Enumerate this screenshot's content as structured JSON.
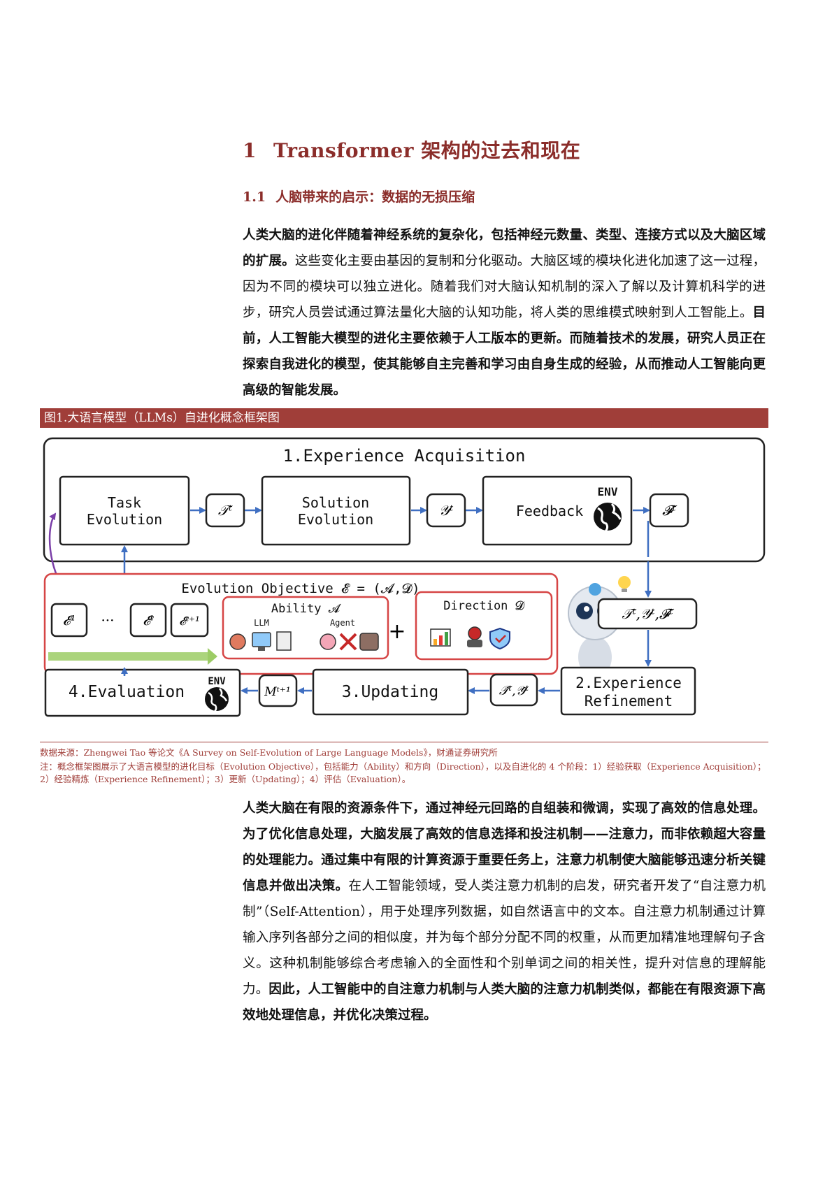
{
  "section": {
    "number": "1",
    "title": "Transformer 架构的过去和现在"
  },
  "subsection": {
    "number": "1.1",
    "title": "人脑带来的启示：数据的无损压缩"
  },
  "para1": {
    "b1": "人类大脑的进化伴随着神经系统的复杂化，包括神经元数量、类型、连接方式以及大脑区域的扩展。",
    "t1": "这些变化主要由基因的复制和分化驱动。大脑区域的模块化进化加速了这一过程，因为不同的模块可以独立进化。随着我们对大脑认知机制的深入了解以及计算机科学的进步，研究人员尝试通过算法量化大脑的认知功能，将人类的思维模式映射到人工智能上。",
    "b2": "目前，人工智能大模型的进化主要依赖于人工版本的更新。而随着技术的发展，研究人员正在探索自我进化的模型，使其能够自主完善和学习由自身生成的经验，从而推动人工智能向更高级的智能发展。"
  },
  "figure": {
    "title": "图1.大语言模型（LLMs）自进化概念框架图",
    "stage1_title": "1.Experience Acquisition",
    "task_evolution_l1": "Task",
    "task_evolution_l2": "Evolution",
    "solution_evolution_l1": "Solution",
    "solution_evolution_l2": "Evolution",
    "feedback": "Feedback",
    "env": "ENV",
    "t_sym": "𝒯ᵗ",
    "y_sym": "𝒴ᵗ",
    "f_sym": "𝓕ᵗ",
    "tyf_sym": "𝒯ᵗ,𝒴ᵗ,𝓕ᵗ",
    "objective": "Evolution Objective 𝓔 = (𝓐,𝓓)",
    "e1": "𝓔¹",
    "dots": "···",
    "et": "𝓔ᵗ",
    "et1": "𝓔ᵗ⁺¹",
    "ability": "Ability 𝓐",
    "llm": "LLM",
    "agent": "Agent",
    "plus": "+",
    "direction": "Direction 𝓓",
    "stage2_l1": "2.Experience",
    "stage2_l2": "Refinement",
    "stage3": "3.Updating",
    "stage4": "4.Evaluation",
    "m_sym": "Mᵗ⁺¹",
    "ty_tilde": "𝒯̃ᵗ,𝒴̃ᵗ"
  },
  "source": "数据来源：Zhengwei Tao 等论文《A Survey on Self-Evolution of Large Language Models》，财通证券研究所",
  "note": "注：概念框架图展示了大语言模型的进化目标（Evolution Objective），包括能力（Ability）和方向（Direction），以及自进化的 4 个阶段：1）经验获取（Experience Acquisition）；2）经验精炼（Experience Refinement）；3）更新（Updating）；4）评估（Evaluation）。",
  "para2": {
    "b1": "人类大脑在有限的资源条件下，通过神经元回路的自组装和微调，实现了高效的信息处理。为了优化信息处理，大脑发展了高效的信息选择和投注机制——注意力，而非依赖超大容量的处理能力。通过集中有限的计算资源于重要任务上，注意力机制使大脑能够迅速分析关键信息并做出决策。",
    "t1": "在人工智能领域，受人类注意力机制的启发，研究者开发了“自注意力机制”（Self-Attention），用于处理序列数据，如自然语言中的文本。自注意力机制通过计算输入序列各部分之间的相似度，并为每个部分分配不同的权重，从而更加精准地理解句子含义。这种机制能够综合考虑输入的全面性和个别单词之间的相关性，提升对信息的理解能力。",
    "b2": "因此，人工智能中的自注意力机制与人类大脑的注意力机制类似，都能在有限资源下高效地处理信息，并优化决策过程。"
  },
  "colors": {
    "accent": "#8b2d2a",
    "figure_bar": "#a03e39",
    "arrow": "#3f6fc2",
    "objective_border": "#d64545",
    "progress": "#9ccc65"
  }
}
